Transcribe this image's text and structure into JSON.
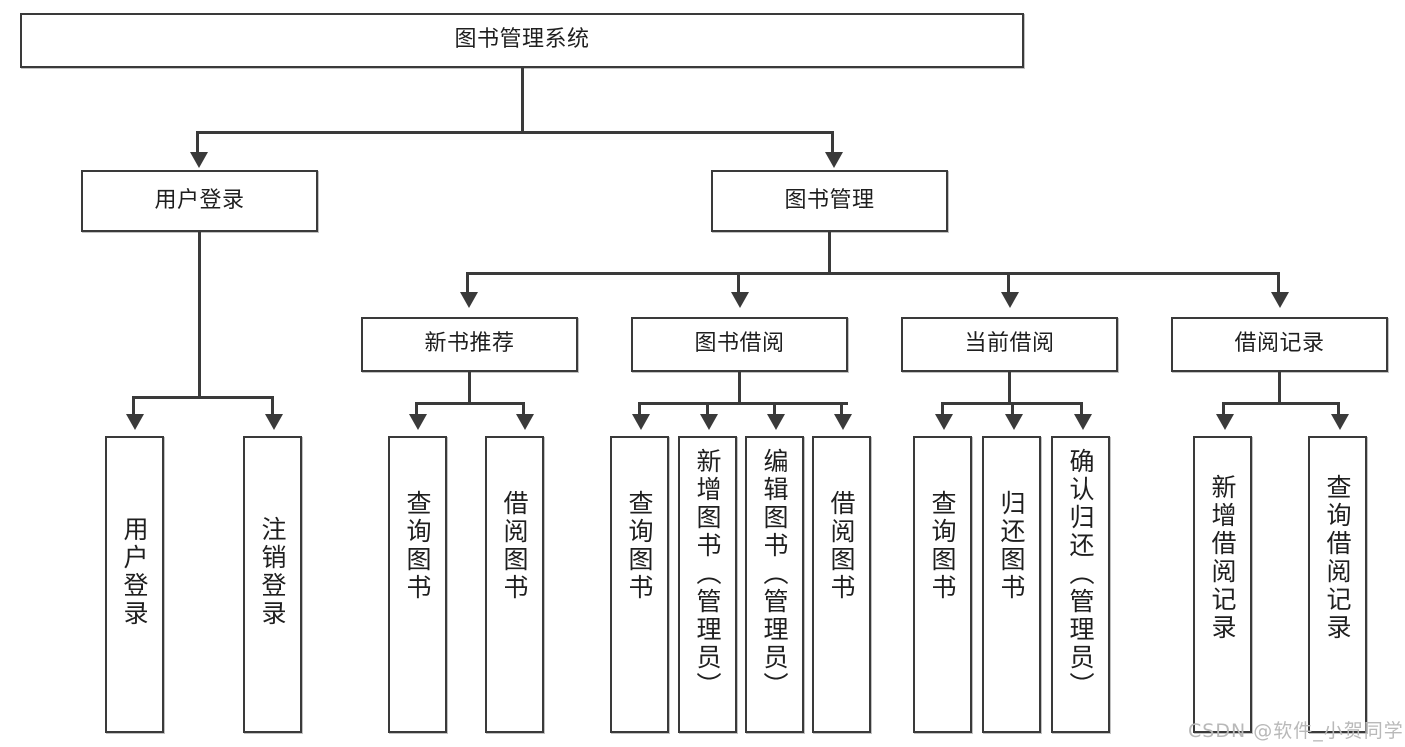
{
  "diagram": {
    "title": "图书管理系统",
    "type": "hierarchy-tree",
    "root": {
      "label": "图书管理系统"
    },
    "level2": [
      {
        "label": "用户登录"
      },
      {
        "label": "图书管理"
      }
    ],
    "level3": [
      {
        "label": "新书推荐"
      },
      {
        "label": "图书借阅"
      },
      {
        "label": "当前借阅"
      },
      {
        "label": "借阅记录"
      }
    ],
    "leaves": {
      "user_login": [
        {
          "label": "用户登录"
        },
        {
          "label": "注销登录"
        }
      ],
      "new_book": [
        {
          "label": "查询图书"
        },
        {
          "label": "借阅图书"
        }
      ],
      "book_borrow": [
        {
          "label": "查询图书"
        },
        {
          "label": "新增图书（管理员）"
        },
        {
          "label": "编辑图书（管理员）"
        },
        {
          "label": "借阅图书"
        }
      ],
      "current_borrow": [
        {
          "label": "查询图书"
        },
        {
          "label": "归还图书"
        },
        {
          "label": "确认归还（管理员）"
        }
      ],
      "borrow_record": [
        {
          "label": "新增借阅记录"
        },
        {
          "label": "查询借阅记录"
        }
      ]
    }
  },
  "watermark": {
    "text": "CSDN @软件_小贺同学"
  },
  "colors": {
    "stroke": "#3a3a3a",
    "text": "#1f1f1f",
    "background": "#ffffff",
    "watermark": "#b9b9b9"
  }
}
